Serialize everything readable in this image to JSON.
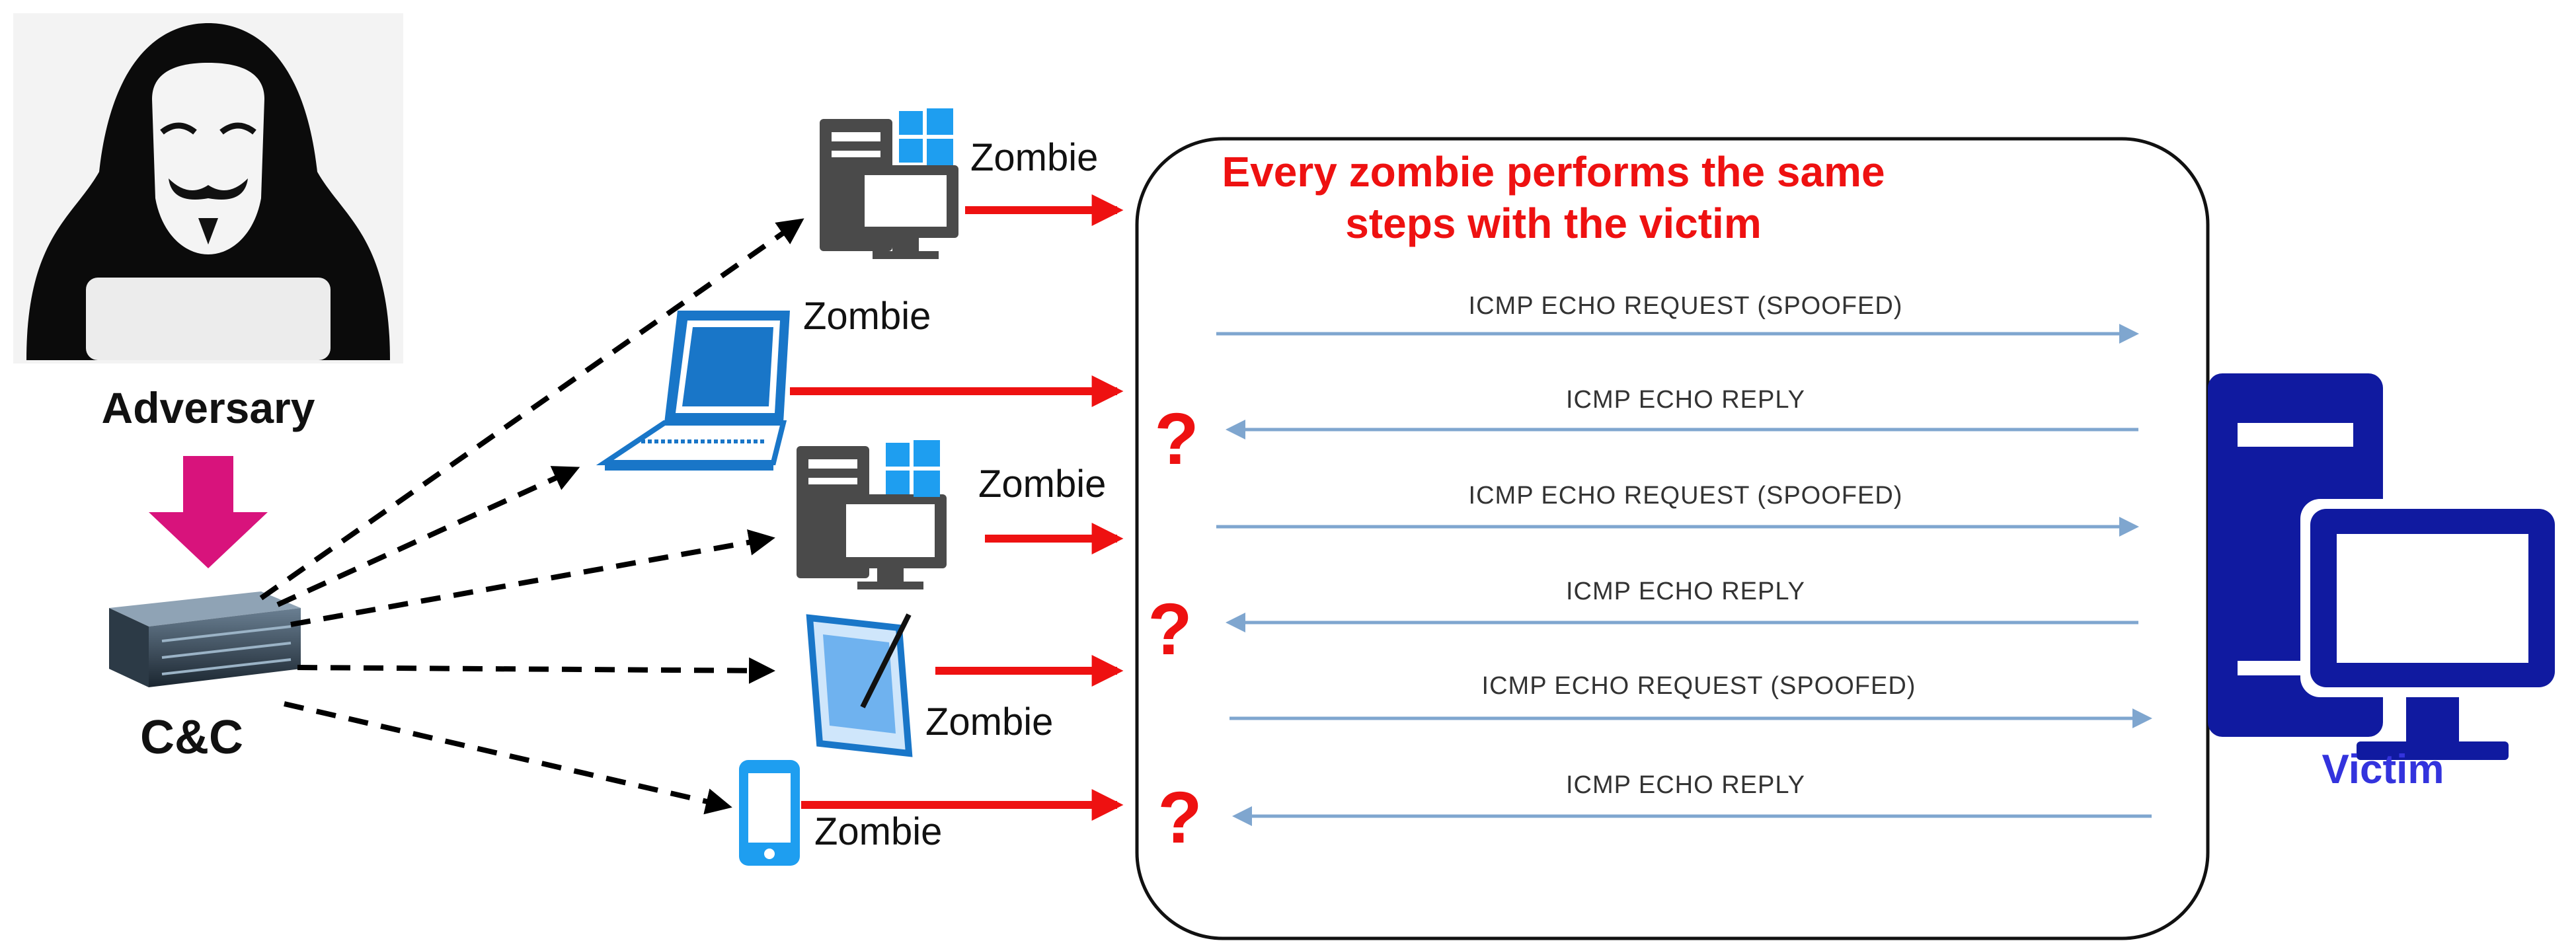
{
  "nodes": {
    "adversary": "Adversary",
    "cc": "C&C",
    "victim": "Victim",
    "zombie_label": "Zombie"
  },
  "note": {
    "line1": "Every zombie performs the same",
    "line2": "steps with the victim"
  },
  "messages": [
    "ICMP ECHO REQUEST (SPOOFED)",
    "ICMP ECHO REPLY",
    "ICMP ECHO REQUEST (SPOOFED)",
    "ICMP ECHO REPLY",
    "ICMP ECHO REQUEST (SPOOFED)",
    "ICMP ECHO REPLY"
  ],
  "question_mark": "?",
  "colors": {
    "attack_arrow": "#ee1111",
    "note_text": "#ee1111",
    "victim": "#101aa0",
    "victim_label": "#3333dd",
    "message_arrow": "#7fa6cf",
    "adversary_arrow": "#d8137c",
    "device_blue": "#1976c8",
    "device_dark": "#4a4a4a"
  },
  "icons": [
    "hooded-hacker-icon",
    "server-icon",
    "desktop-pc-icon",
    "laptop-icon",
    "tablet-icon",
    "smartphone-icon",
    "windows-logo-icon"
  ]
}
